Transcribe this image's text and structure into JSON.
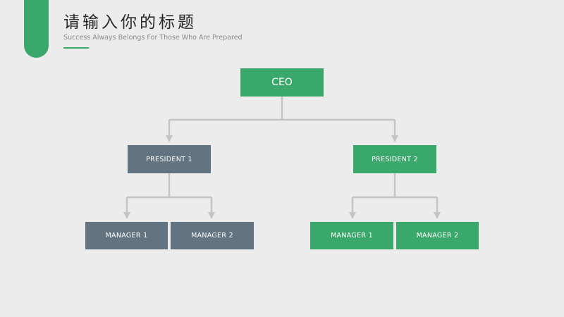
{
  "header": {
    "title": "请输入你的标题",
    "subtitle": "Success Always Belongs For Those Who Are Prepared"
  },
  "org_chart": {
    "ceo": {
      "label": "CEO",
      "color": "#3aa86b"
    },
    "presidents": [
      {
        "label": "PRESIDENT 1",
        "color": "#637480"
      },
      {
        "label": "PRESIDENT 2",
        "color": "#3aa86b"
      }
    ],
    "managers": [
      {
        "label": "MANAGER 1",
        "color": "#637480",
        "reports_to": "PRESIDENT 1"
      },
      {
        "label": "MANAGER 2",
        "color": "#637480",
        "reports_to": "PRESIDENT 1"
      },
      {
        "label": "MANAGER 1",
        "color": "#3aa86b",
        "reports_to": "PRESIDENT 2"
      },
      {
        "label": "MANAGER 2",
        "color": "#3aa86b",
        "reports_to": "PRESIDENT 2"
      }
    ]
  },
  "theme": {
    "accent": "#3aa86b",
    "slate": "#637480",
    "connector": "#c4c4c4",
    "background": "#ececec"
  }
}
